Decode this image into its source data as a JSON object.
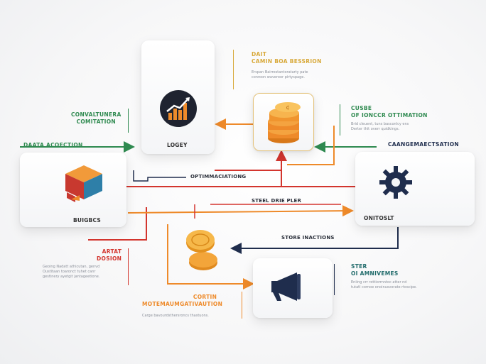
{
  "cards": {
    "top": {
      "label": "LOGEY"
    },
    "left": {
      "label": "BUIGBCS"
    },
    "right": {
      "label": "ONITOSLT"
    },
    "coins_top": {
      "label": ""
    },
    "bottom": {
      "label": ""
    }
  },
  "headings": {
    "top_right": {
      "line1": "DAIT",
      "line2": "CAMIN BOA BESSRION",
      "body1": "Erspan Bairrestantoratarty pate",
      "body2": "conroon waveroor pirtyspage."
    },
    "left_top": {
      "line1": "CONVALTUNERA",
      "line2": "COMITATION"
    },
    "data_acquisition": {
      "text": "DAATA ACQECTION"
    },
    "right_top": {
      "line1": "CUSBE",
      "line2": "OF IONCCR OTTIMATION",
      "body1": "Brid cleuent, tuns basconlcy ens",
      "body2": "Derter thit overr quidkings."
    },
    "right_label": {
      "text": "CAANGEMAECTSATION"
    },
    "left_mid": {
      "line1": "ARTAT",
      "line2": "DOSION",
      "body1": "Geoing Nadatt athicutan, genvd",
      "body2": "Oustitaan toaronct tuhet canr",
      "body3": "gestinery ayetgit jantageetione."
    },
    "right_bottom": {
      "line1": "STER",
      "line2": "OI AMNIVEMES",
      "body1": "Eniing crr rottiorrnntoc atter nd",
      "body2": "tutatl cornoe onoinusvorate rtoscipe."
    },
    "bottom_center": {
      "line1": "CORTIN",
      "line2": "MOTEMAUMGATIVAUTION",
      "body1": "Carge bavourdsthersroncs thastuons."
    }
  },
  "flow_labels": {
    "optimization": "OPTIMMACIATIONG",
    "steel": "STEEL DRIE PLER",
    "store": "STORE INACTIONS"
  },
  "icons": {
    "chart": "growth-chart-icon",
    "coins_stack": "coin-stack-icon",
    "cube": "cube-icon",
    "gear": "gear-icon",
    "coins_small": "coin-pair-icon",
    "megaphone": "megaphone-icon"
  },
  "colors": {
    "orange": "#ee8a2a",
    "red": "#d3352e",
    "navy": "#1f2d4d",
    "green": "#2f8a50",
    "gold": "#d8a93a"
  }
}
